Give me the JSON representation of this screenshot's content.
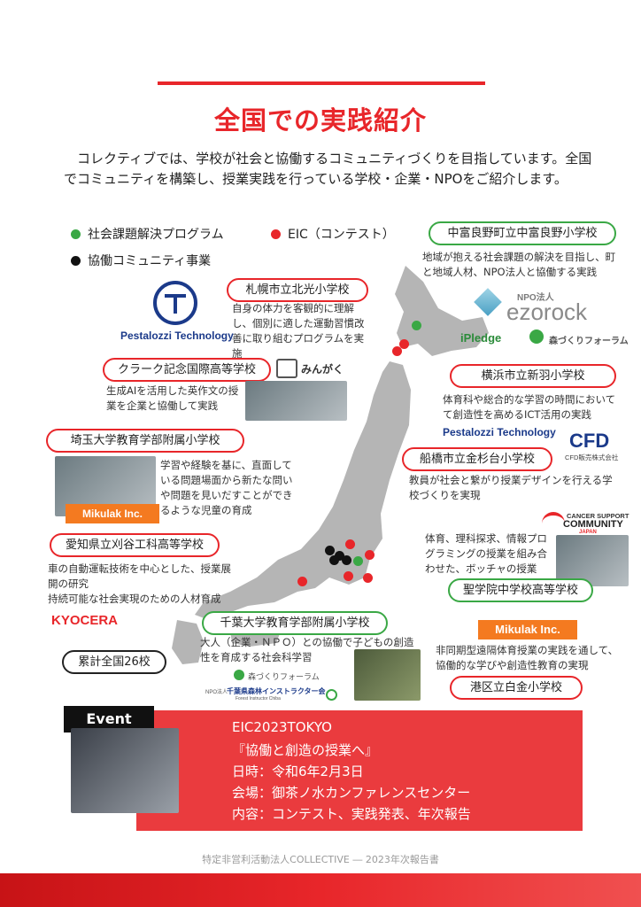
{
  "page": {
    "title": "全国での実践紹介",
    "intro": "　コレクティブでは、学校が社会と協働するコミュニティづくりを目指しています。全国でコミュニティを構築し、授業実践を行っている学校・企業・NPOをご紹介します。",
    "footer": "特定非営利活動法人COLLECTIVE ― 2023年次報告書"
  },
  "legend": {
    "green": "社会課題解決プログラム",
    "red": "EIC（コンテスト）",
    "black": "協働コミュニティ事業"
  },
  "colors": {
    "accent": "#e8262a",
    "green": "#3aa845",
    "black": "#111111",
    "map": "#b5b5b5"
  },
  "schools": {
    "nakafurano": {
      "name": "中富良野町立中富良野小学校",
      "desc": "地域が抱える社会課題の解決を目指し、町と地域人材、NPO法人と協働する実践"
    },
    "sapporo": {
      "name": "札幌市立北光小学校",
      "desc": "自身の体力を客観的に理解し、個別に適した運動習慣改善に取り組むプログラムを実施"
    },
    "clark": {
      "name": "クラーク記念国際高等学校",
      "desc": "生成AIを活用した英作文の授業を企業と協働して実践"
    },
    "yokohama": {
      "name": "横浜市立新羽小学校",
      "desc": "体育科や総合的な学習の時間においてて創造性を高めるICT活用の実践"
    },
    "saitama": {
      "name": "埼玉大学教育学部附属小学校",
      "desc": "学習や経験を基に、直面している問題場面から新たな問いや問題を見いだすことができるような児童の育成"
    },
    "funabashi": {
      "name": "船橋市立金杉台小学校",
      "desc": "教員が社会と繋がり授業デザインを行える学校づくりを実現"
    },
    "aichi": {
      "name": "愛知県立刈谷工科高等学校",
      "desc": "車の自動運転技術を中心とした、授業展開の研究\n持続可能な社会実現のための人材育成"
    },
    "seigakuin": {
      "name": "聖学院中学校高等学校",
      "desc": "体育、理科探求、情報プログラミングの授業を組み合わせた、ボッチャの授業"
    },
    "chiba": {
      "name": "千葉大学教育学部附属小学校",
      "desc": "大人（企業・ＮＰＯ）との協働で子どもの創造性を育成する社会科学習"
    },
    "shirokane": {
      "name": "港区立白金小学校",
      "desc": "非同期型遠隔体育授業の実践を通して、協働的な学びや創造性教育の実現"
    }
  },
  "total": "累計全国26校",
  "logos": {
    "pestalozzi": "Pestalozzi Technology",
    "ezorock_small": "NPO法人",
    "ezorock": "ezorock",
    "ipledge": "iPledge",
    "mori": "森づくりフォーラム",
    "minnagaku": "みんがく",
    "cfd": "CFD",
    "cfd_sub": "CFD販売株式会社",
    "mikulak": "Mikulak Inc.",
    "kyocera": "KYOCERA",
    "cancer1": "CANCER SUPPORT",
    "cancer2": "COMMUNITY",
    "cancer3": "JAPAN",
    "chiba_inst": "千葉県森林インストラクター会",
    "chiba_inst_small": "NPO法人",
    "chiba_inst_en": "Forest Instructor Chiba"
  },
  "event": {
    "label": "Event",
    "name": "EIC2023TOKYO",
    "subtitle": "『協働と創造の授業へ』",
    "date": "日時：令和6年2月3日",
    "venue": "会場：御茶ノ水カンファレンスセンター",
    "content": "内容：コンテスト、実践発表、年次報告"
  }
}
